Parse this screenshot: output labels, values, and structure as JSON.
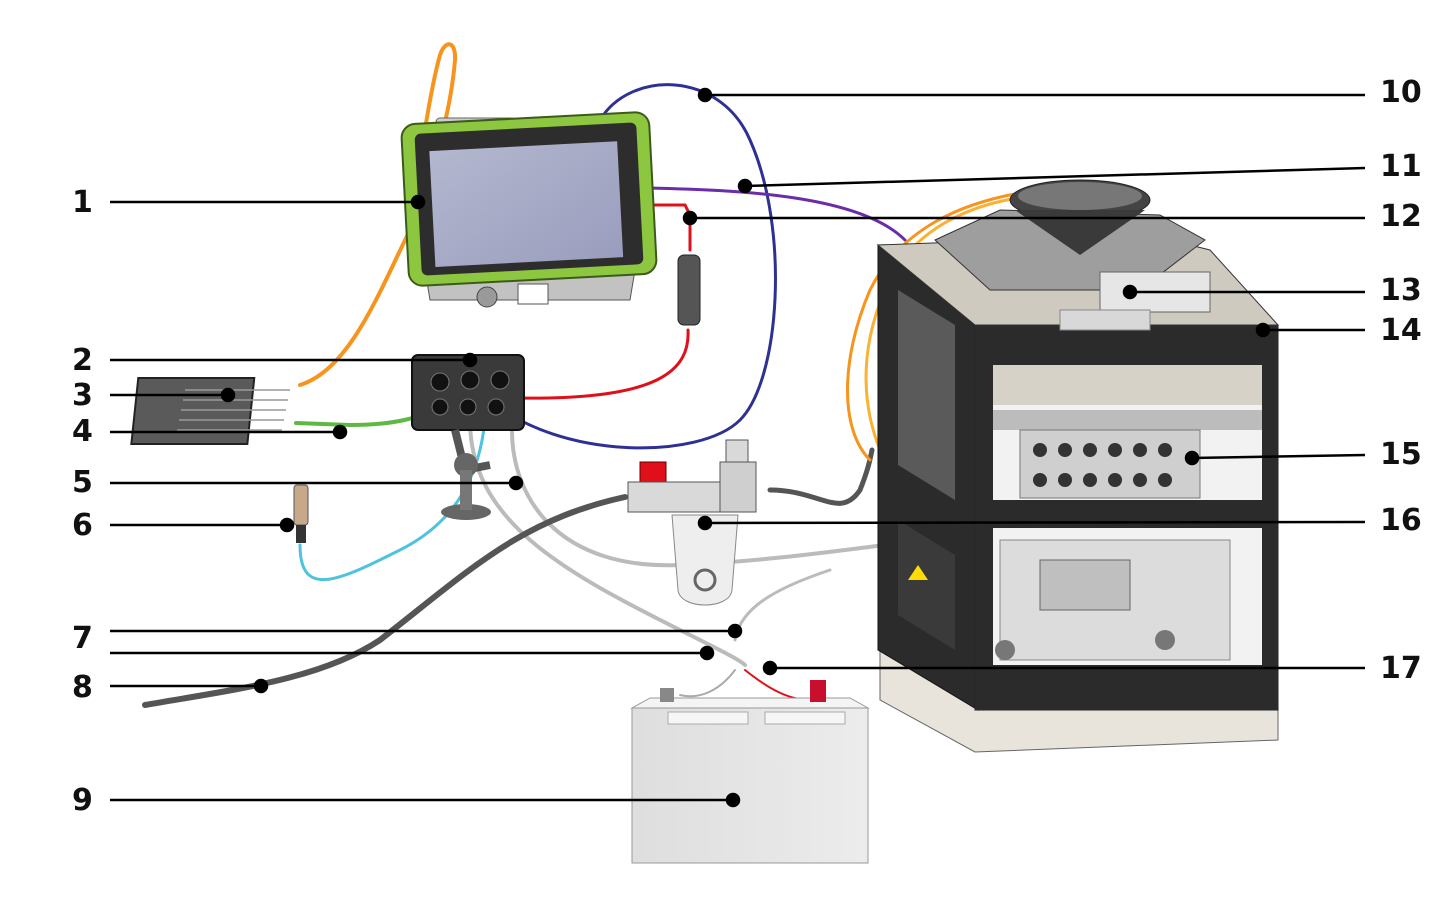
{
  "callouts": [
    {
      "id": "1",
      "text": "1"
    },
    {
      "id": "2",
      "text": "2"
    },
    {
      "id": "3",
      "text": "3"
    },
    {
      "id": "4",
      "text": "4"
    },
    {
      "id": "5",
      "text": "5"
    },
    {
      "id": "6",
      "text": "6"
    },
    {
      "id": "7",
      "text": "7"
    },
    {
      "id": "8",
      "text": "8"
    },
    {
      "id": "9",
      "text": "9"
    },
    {
      "id": "10",
      "text": "10"
    },
    {
      "id": "11",
      "text": "11"
    },
    {
      "id": "12",
      "text": "12"
    },
    {
      "id": "13",
      "text": "13"
    },
    {
      "id": "14",
      "text": "14"
    },
    {
      "id": "15",
      "text": "15"
    },
    {
      "id": "16",
      "text": "16"
    },
    {
      "id": "17",
      "text": "17"
    }
  ],
  "colors": {
    "tablet_bezel": "#8dc63f",
    "cable_orange": "#f7941d",
    "cable_blue": "#2e3192",
    "cable_purple": "#6a2ca8",
    "cable_red": "#e0101a",
    "cable_green": "#5fb846",
    "cable_cyan": "#4ec3e0",
    "cable_gray": "#8a8a8a",
    "hose_dark": "#555555",
    "cabinet_dark": "#2b2b2b",
    "battery_body": "#e6e6e6"
  },
  "icons": [
    "tablet",
    "junction-box",
    "ecu-module",
    "sensor",
    "pressure-regulator",
    "battery",
    "machine-cabinet",
    "hopper",
    "warning-triangle"
  ]
}
